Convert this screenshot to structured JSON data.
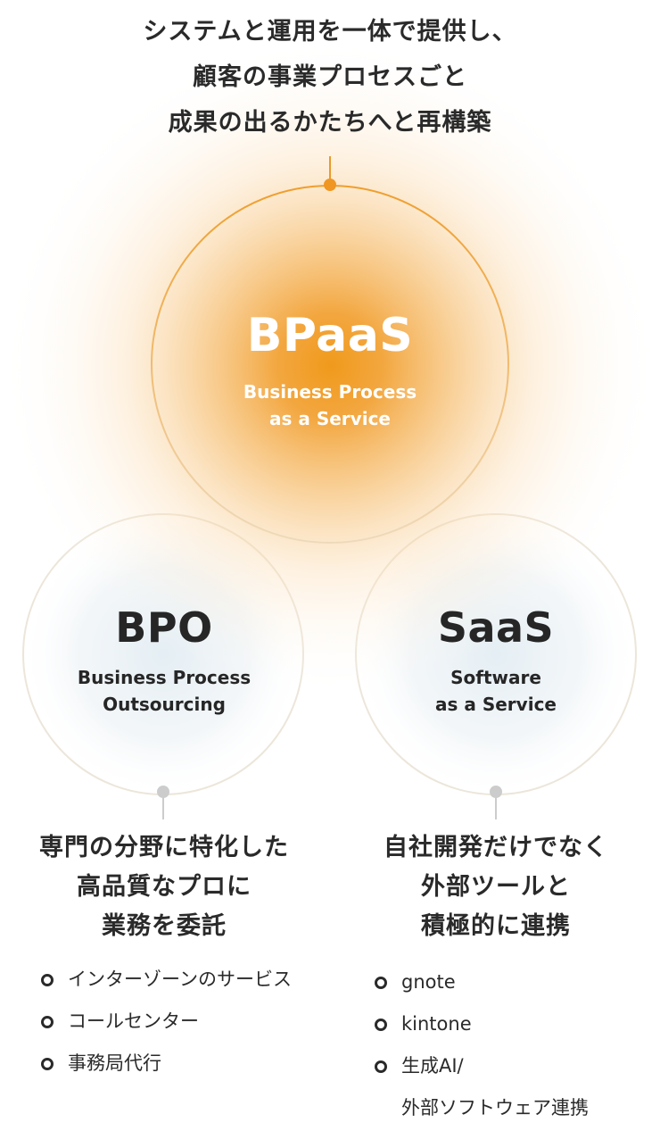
{
  "headline": {
    "lines": [
      "システムと運用を一体で提供し、",
      "顧客の事業プロセスごと",
      "成果の出るかたちへと再構築"
    ]
  },
  "bpaas": {
    "title": "BPaaS",
    "subtitle_lines": [
      "Business Process",
      "as a Service"
    ],
    "accent_color": "#f0a02a"
  },
  "bpo": {
    "title": "BPO",
    "subtitle_lines": [
      "Business Process",
      "Outsourcing"
    ],
    "heading_lines": [
      "専門の分野に特化した",
      "高品質なプロに",
      "業務を委託"
    ],
    "items": [
      "インターゾーンのサービス",
      "コールセンター",
      "事務局代行"
    ]
  },
  "saas": {
    "title": "SaaS",
    "subtitle_lines": [
      "Software",
      "as a Service"
    ],
    "heading_lines": [
      "自社開発だけでなく",
      "外部ツールと",
      "積極的に連携"
    ],
    "items": [
      "gnote",
      "kintone",
      "生成AI/",
      "外部ソフトウェア連携"
    ]
  },
  "colors": {
    "text": "#2a2a2a",
    "connector_gray": "#cccccc",
    "ring_beige": "#efe3d0"
  }
}
